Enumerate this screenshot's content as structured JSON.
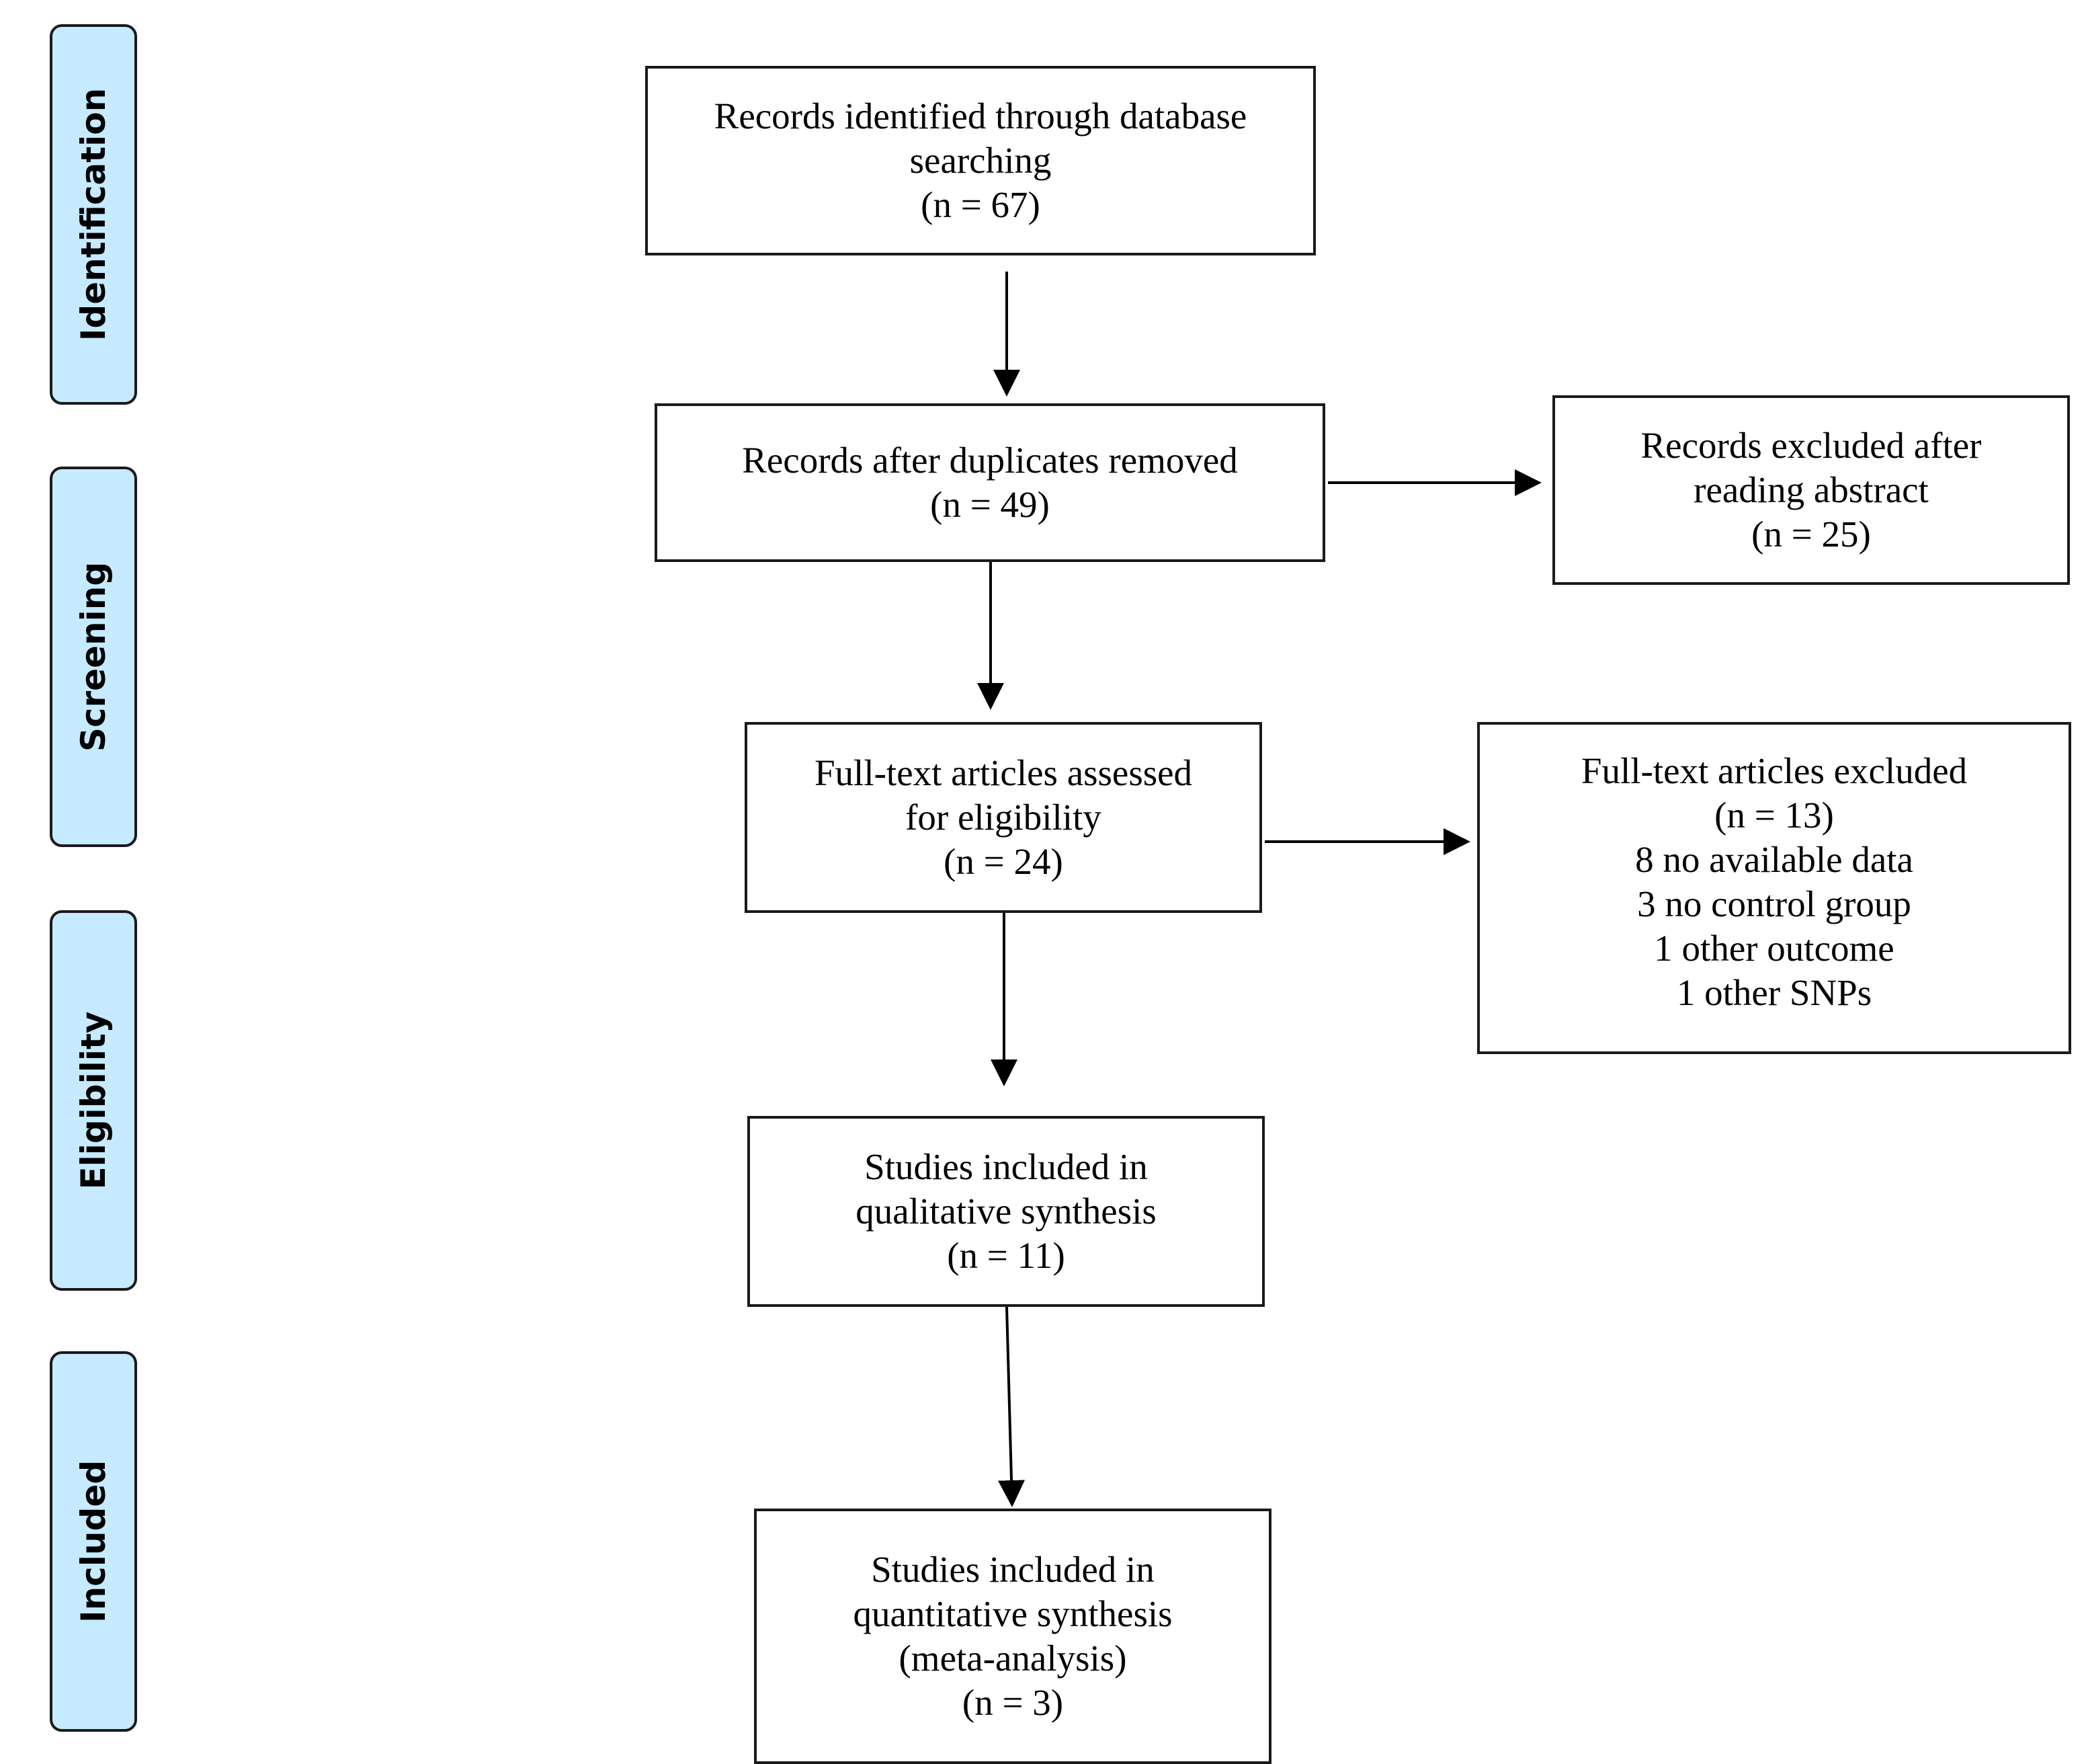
{
  "phases": [
    {
      "id": "identification",
      "label": "Identification"
    },
    {
      "id": "screening",
      "label": "Screening"
    },
    {
      "id": "eligibility",
      "label": "Eligibility"
    },
    {
      "id": "included",
      "label": "Included"
    }
  ],
  "boxes": {
    "identified": {
      "lines": [
        "Records identified through database",
        "searching",
        "(n = 67)"
      ]
    },
    "after_duplicates": {
      "lines": [
        "Records after duplicates removed",
        "(n = 49)"
      ]
    },
    "excluded_abstract": {
      "lines": [
        "Records excluded after",
        "reading abstract",
        "(n = 25)"
      ]
    },
    "fulltext_assessed": {
      "lines": [
        "Full-text articles assessed",
        "for eligibility",
        "(n = 24)"
      ]
    },
    "fulltext_excluded": {
      "lines": [
        "Full-text articles excluded",
        "(n = 13)",
        "8 no available data",
        "3 no control group",
        "1 other outcome",
        "1 other SNPs"
      ]
    },
    "qualitative": {
      "lines": [
        "Studies included in",
        "qualitative synthesis",
        "(n =  11)"
      ]
    },
    "quantitative": {
      "lines": [
        "Studies included in",
        "quantitative synthesis",
        "(meta-analysis)",
        "(n = 3)"
      ]
    }
  },
  "colors": {
    "phase_fill": "#c6eaff",
    "border": "#1a1a1a",
    "arrow": "#000000"
  }
}
